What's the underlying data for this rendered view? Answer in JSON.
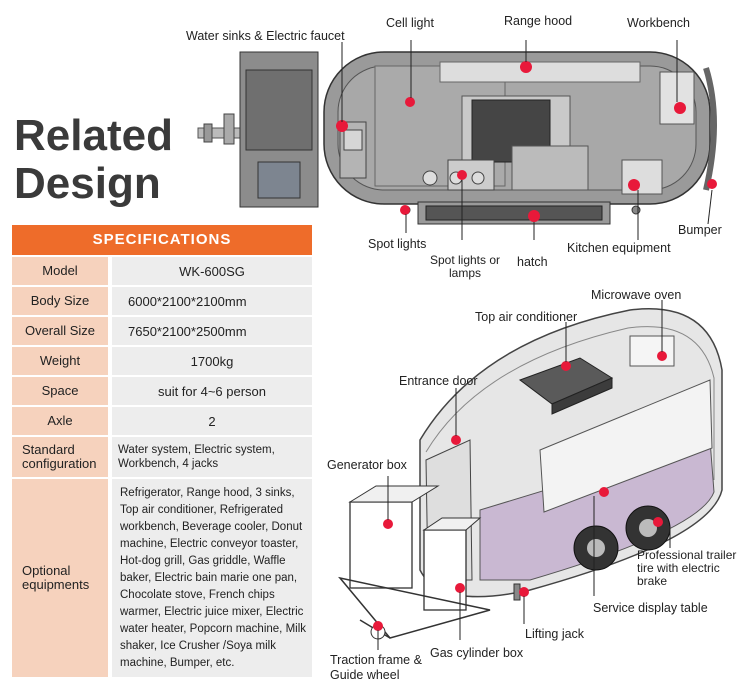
{
  "heading": {
    "line1": "Related",
    "line2": "Design"
  },
  "specifications": {
    "title": "SPECIFICATIONS",
    "rows": [
      {
        "key": "Model",
        "value": "WK-600SG"
      },
      {
        "key": "Body Size",
        "value": "6000*2100*2100mm"
      },
      {
        "key": "Overall Size",
        "value": "7650*2100*2500mm"
      },
      {
        "key": "Weight",
        "value": "1700kg"
      },
      {
        "key": "Space",
        "value": "suit for 4~6 person"
      },
      {
        "key": "Axle",
        "value": "2"
      },
      {
        "key": "Standard configuration",
        "value": "Water system, Electric system, Workbench, 4 jacks"
      },
      {
        "key": "Optional equipments",
        "value": "Refrigerator, Range hood, 3 sinks, Top air conditioner, Refrigerated workbench, Beverage cooler, Donut machine, Electric conveyor toaster, Hot-dog grill, Gas griddle, Waffle baker, Electric bain marie one pan, Chocolate stove, French chips warmer, Electric juice mixer, Electric water heater, Popcorn machine, Milk shaker, Ice Crusher /Soya milk machine, Bumper, etc."
      }
    ]
  },
  "top_view_labels": {
    "water_sinks": "Water sinks & Electric faucet",
    "cell_light": "Cell light",
    "range_hood": "Range hood",
    "workbench": "Workbench",
    "bumper": "Bumper",
    "spot_lights": "Spot lights",
    "spot_lights_lamps": "Spot lights or lamps",
    "hatch": "hatch",
    "kitchen_equipment": "Kitchen equipment"
  },
  "iso_view_labels": {
    "microwave_oven": "Microwave oven",
    "top_air_conditioner": "Top air conditioner",
    "entrance_door": "Entrance door",
    "generator_box": "Generator box",
    "professional_trailer": "Professional trailer tire  with electric brake",
    "service_display_table": "Service display table",
    "lifting_jack": "Lifting jack",
    "gas_cylinder_box": "Gas cylinder box",
    "traction_frame": "Traction frame & Guide wheel"
  },
  "colors": {
    "accent": "#ee6c2a",
    "key_bg": "#f6d2bd",
    "value_bg": "#ededed",
    "marker": "#e8193a"
  }
}
